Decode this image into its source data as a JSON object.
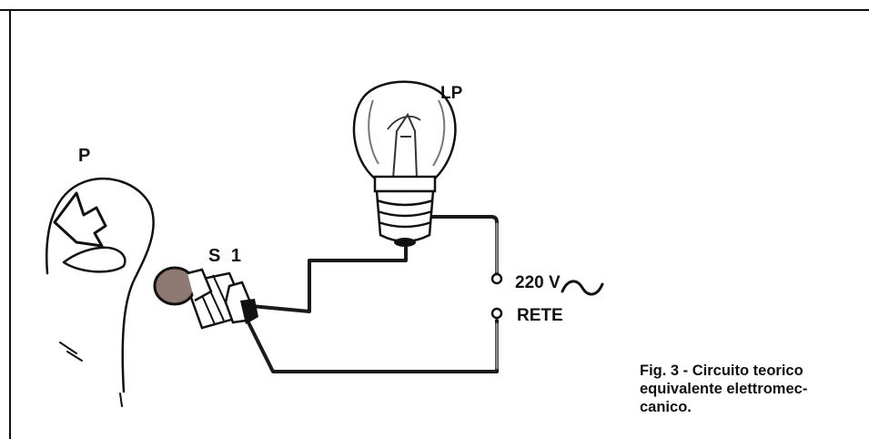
{
  "labels": {
    "p": "P",
    "lp": "LP",
    "s1": "S 1",
    "voltage": "220 V",
    "rete": "RETE"
  },
  "caption": {
    "line1": "Fig. 3 - Circuito teorico",
    "line2": "equivalente elettromec-",
    "line3": "canico."
  },
  "icons": {
    "ac": "tilde-ac-symbol"
  },
  "colors": {
    "ink": "#111111",
    "wire": "#1a1a1a",
    "wire_gray": "#8a8a8a",
    "button": "#8f7a73"
  }
}
